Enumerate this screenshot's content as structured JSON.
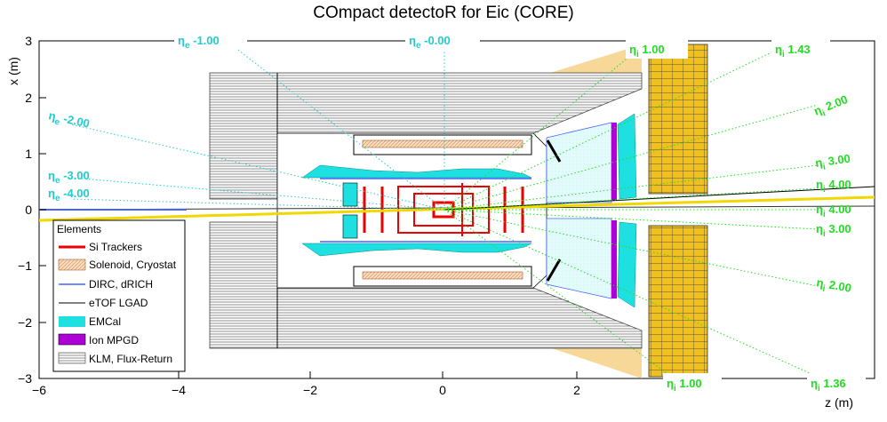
{
  "title": "COmpact detectoR for Eic (CORE)",
  "axes": {
    "xlabel": "z (m)",
    "ylabel": "x (m)",
    "xticks": [
      "−6",
      "−4",
      "−2",
      "0",
      "2"
    ],
    "yticks": [
      "3",
      "2",
      "1",
      "0",
      "−1",
      "−2",
      "−3"
    ]
  },
  "legend": {
    "header": "Elements",
    "items": [
      {
        "label": "Si Trackers",
        "swatch": "line-red",
        "color": "#ee0000"
      },
      {
        "label": "Solenoid, Cryostat",
        "swatch": "hatch-orange",
        "color": "#f5c9a0"
      },
      {
        "label": "DIRC, dRICH",
        "swatch": "line-blue",
        "color": "#4466ff"
      },
      {
        "label": "eTOF LGAD",
        "swatch": "line-black",
        "color": "#000000"
      },
      {
        "label": "EMCal",
        "swatch": "fill-cyan",
        "color": "#1fe0e0"
      },
      {
        "label": "Ion MPGD",
        "swatch": "fill-magenta",
        "color": "#b000d8"
      },
      {
        "label": "KLM, Flux-Return",
        "swatch": "hatch-gray",
        "color": "#555555"
      }
    ]
  },
  "eta_labels": {
    "electron": [
      {
        "id": "e-1",
        "sym": "η",
        "sub": "e",
        "val": " -1.00"
      },
      {
        "id": "e0",
        "sym": "η",
        "sub": "e",
        "val": " -0.00"
      },
      {
        "id": "e-2",
        "sym": "η",
        "sub": "e",
        "val": " -2.00"
      },
      {
        "id": "e-3",
        "sym": "η",
        "sub": "e",
        "val": " -3.00"
      },
      {
        "id": "e-4",
        "sym": "η",
        "sub": "e",
        "val": " -4.00"
      }
    ],
    "ion": [
      {
        "id": "i1top",
        "sym": "η",
        "sub": "i",
        "val": " 1.00"
      },
      {
        "id": "i143",
        "sym": "η",
        "sub": "i",
        "val": " 1.43"
      },
      {
        "id": "i2top",
        "sym": "η",
        "sub": "i",
        "val": " 2.00"
      },
      {
        "id": "i3top",
        "sym": "η",
        "sub": "i",
        "val": " 3.00"
      },
      {
        "id": "i4top",
        "sym": "η",
        "sub": "i",
        "val": " 4.00"
      },
      {
        "id": "i4bot",
        "sym": "η",
        "sub": "i",
        "val": " 4.00"
      },
      {
        "id": "i3bot",
        "sym": "η",
        "sub": "i",
        "val": " 3.00"
      },
      {
        "id": "i2bot",
        "sym": "η",
        "sub": "i",
        "val": " 2.00"
      },
      {
        "id": "i1bot",
        "sym": "η",
        "sub": "i",
        "val": " 1.00"
      },
      {
        "id": "i136",
        "sym": "η",
        "sub": "i",
        "val": " 1.36"
      }
    ]
  },
  "colors": {
    "tracker": "#ee0000",
    "solenoid": "#f5c9a0",
    "emcal": "#1fe0e0",
    "mpgd": "#b000d8",
    "hadcal": "#f0c020",
    "beam_cone": "#f8d898",
    "eta_ion": "#22dd22",
    "eta_electron": "#22cccc",
    "dirc": "#4466ff"
  }
}
